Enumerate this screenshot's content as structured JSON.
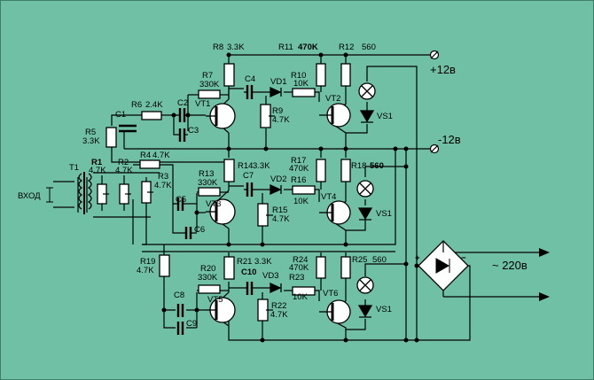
{
  "colors": {
    "background": "#6fc0a4",
    "wire": "#000000",
    "component_fill": "#ffffff"
  },
  "supply": {
    "plus_label": "+12в",
    "minus_label": "-12в",
    "ac_label": "~ 220в",
    "plus_sign": "+",
    "minus_sign": "−"
  },
  "input": {
    "label": "ВХОД",
    "transformer": "T1"
  },
  "parts": {
    "R1": "R1",
    "R1v": "4.7K",
    "R2": "R2",
    "R2v": "4.7K",
    "R3": "R3",
    "R3v": "4.7K",
    "R4": "R4",
    "R4v": "4.7K",
    "R5": "R5",
    "R5v": "3.3K",
    "R6": "R6",
    "R6v": "2.4K",
    "R7": "R7",
    "R7v": "330K",
    "R8": "R8",
    "R8v": "3.3K",
    "R9": "R9",
    "R9v": "4.7K",
    "R10": "R10",
    "R10v": "10K",
    "R11": "R11",
    "R11v": "470K",
    "R12": "R12",
    "R12v": "560",
    "R13": "R13",
    "R13v": "330K",
    "R14": "R14",
    "R14v": "3.3K",
    "R15": "R15",
    "R15v": "4.7K",
    "R16": "R16",
    "R16v": "10K",
    "R17": "R17",
    "R17v": "470K",
    "R18": "R18",
    "R18v": "560",
    "R19": "R19",
    "R19v": "4.7K",
    "R20": "R20",
    "R20v": "330K",
    "R21": "R21",
    "R21v": "3.3K",
    "R22": "R22",
    "R22v": "4.7K",
    "R23": "R23",
    "R23v": "10K",
    "R24": "R24",
    "R24v": "470K",
    "R25": "R25",
    "R25v": "560",
    "C1": "C1",
    "C2": "C2",
    "C3": "C3",
    "C4": "C4",
    "C5": "C5",
    "C6": "C6",
    "C7": "C7",
    "C8": "C8",
    "C9": "C9",
    "C10": "C10",
    "VD1": "VD1",
    "VD2": "VD2",
    "VD3": "VD3",
    "VT1": "VT1",
    "VT2": "VT2",
    "VT3": "VT3",
    "VT4": "VT4",
    "VT5": "VT5",
    "VT6": "VT6",
    "VS1": "VS1"
  }
}
